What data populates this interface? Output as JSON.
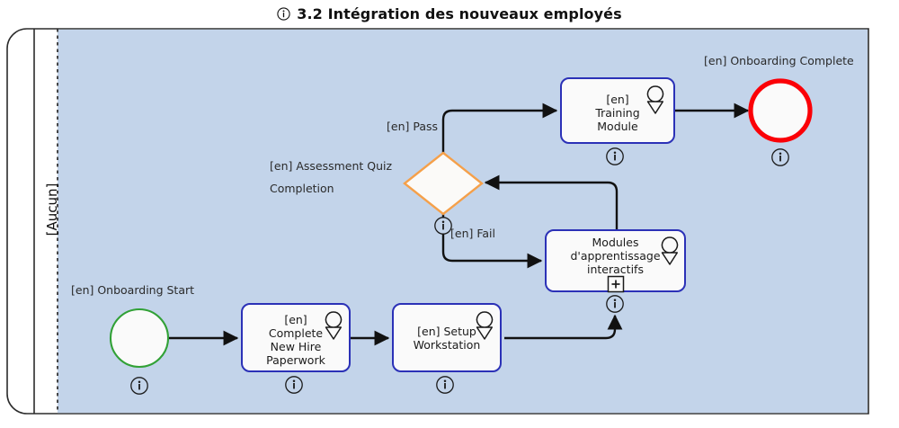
{
  "header": {
    "info_icon": "info-circle-icon",
    "title": "3.2 Intégration des nouveaux employés"
  },
  "pool": {
    "lane_label": "[Aucun]",
    "lane_fill": "#c3d4ea",
    "border_color": "#2b2b2b"
  },
  "palette": {
    "start_event_stroke": "#31a136",
    "end_event_stroke": "#fb0007",
    "gateway_stroke": "#f5a04a",
    "task_stroke": "#2b31b7",
    "task_fill": "#fafafa",
    "flow_stroke": "#111111",
    "text": "#1b1b1b"
  },
  "elements": {
    "start_event": {
      "label": "[en] Onboarding Start",
      "marker": "info-circle-icon",
      "type": "start-event"
    },
    "end_event": {
      "label": "[en] Onboarding Complete",
      "marker": "info-circle-icon",
      "type": "end-event"
    },
    "gateway": {
      "label": "[en] Assessment Quiz Completion",
      "label_line1": "[en] Assessment Quiz",
      "label_line2": "Completion",
      "marker": "info-circle-icon",
      "type": "exclusive-gateway"
    },
    "task_paperwork": {
      "text": "[en]\nComplete\nNew Hire\nPaperwork",
      "badge": "balloon-icon",
      "marker": "info-circle-icon",
      "type": "task"
    },
    "task_workstation": {
      "text": "[en] Setup\nWorkstation",
      "badge": "balloon-icon",
      "marker": "info-circle-icon",
      "type": "task"
    },
    "task_modules": {
      "text": "Modules\nd'apprentissage\ninteractifs",
      "badge": "balloon-icon",
      "marker": "subprocess-plus-icon",
      "bottom_marker": "info-circle-icon",
      "type": "subprocess-task"
    },
    "task_training": {
      "text": "[en]\nTraining\nModule",
      "badge": "balloon-icon",
      "marker": "info-circle-icon",
      "type": "task"
    }
  },
  "flows": [
    {
      "name": "start-to-paperwork",
      "label": ""
    },
    {
      "name": "paperwork-to-workstation",
      "label": ""
    },
    {
      "name": "workstation-to-modules",
      "label": ""
    },
    {
      "name": "modules-to-gateway",
      "label": ""
    },
    {
      "name": "gateway-pass-to-training",
      "label": "[en] Pass"
    },
    {
      "name": "gateway-fail-to-modules",
      "label": "[en] Fail"
    },
    {
      "name": "training-to-end",
      "label": ""
    }
  ]
}
